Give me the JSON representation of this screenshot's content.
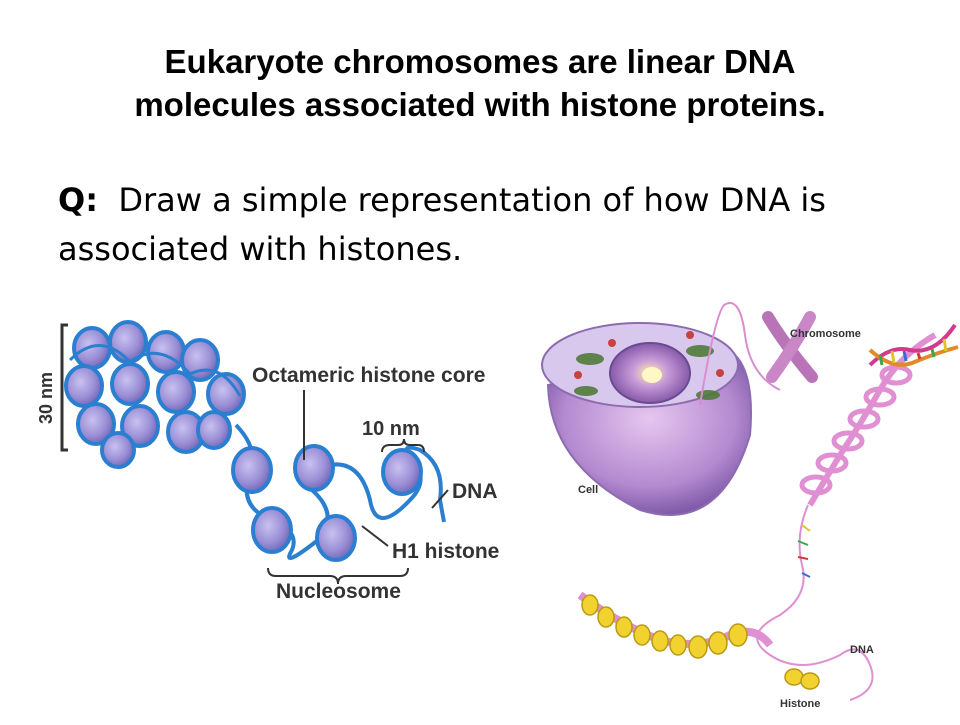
{
  "slide": {
    "title_line1": "Eukaryote chromosomes are linear DNA",
    "title_line2": "molecules associated with histone proteins.",
    "question_label": "Q:",
    "question_text": "Draw a simple representation of how DNA is associated with histones."
  },
  "left_figure": {
    "scale_label": "30 nm",
    "core_label": "Octameric histone core",
    "width_label": "10 nm",
    "dna_label": "DNA",
    "h1_label": "H1 histone",
    "nucleosome_label": "Nucleosome"
  },
  "right_figure": {
    "chromosome_label": "Chromosome",
    "cell_label": "Cell",
    "dna_label": "DNA",
    "histone_label": "Histone"
  },
  "colors": {
    "disc_fill": "#9b8fd6",
    "dna_blue": "#2b7fd0",
    "leader": "#333333",
    "chromatin_pink": "#e08fd2",
    "histone_yellow": "#f2d22e",
    "cell_purple": "#b48ad0"
  }
}
